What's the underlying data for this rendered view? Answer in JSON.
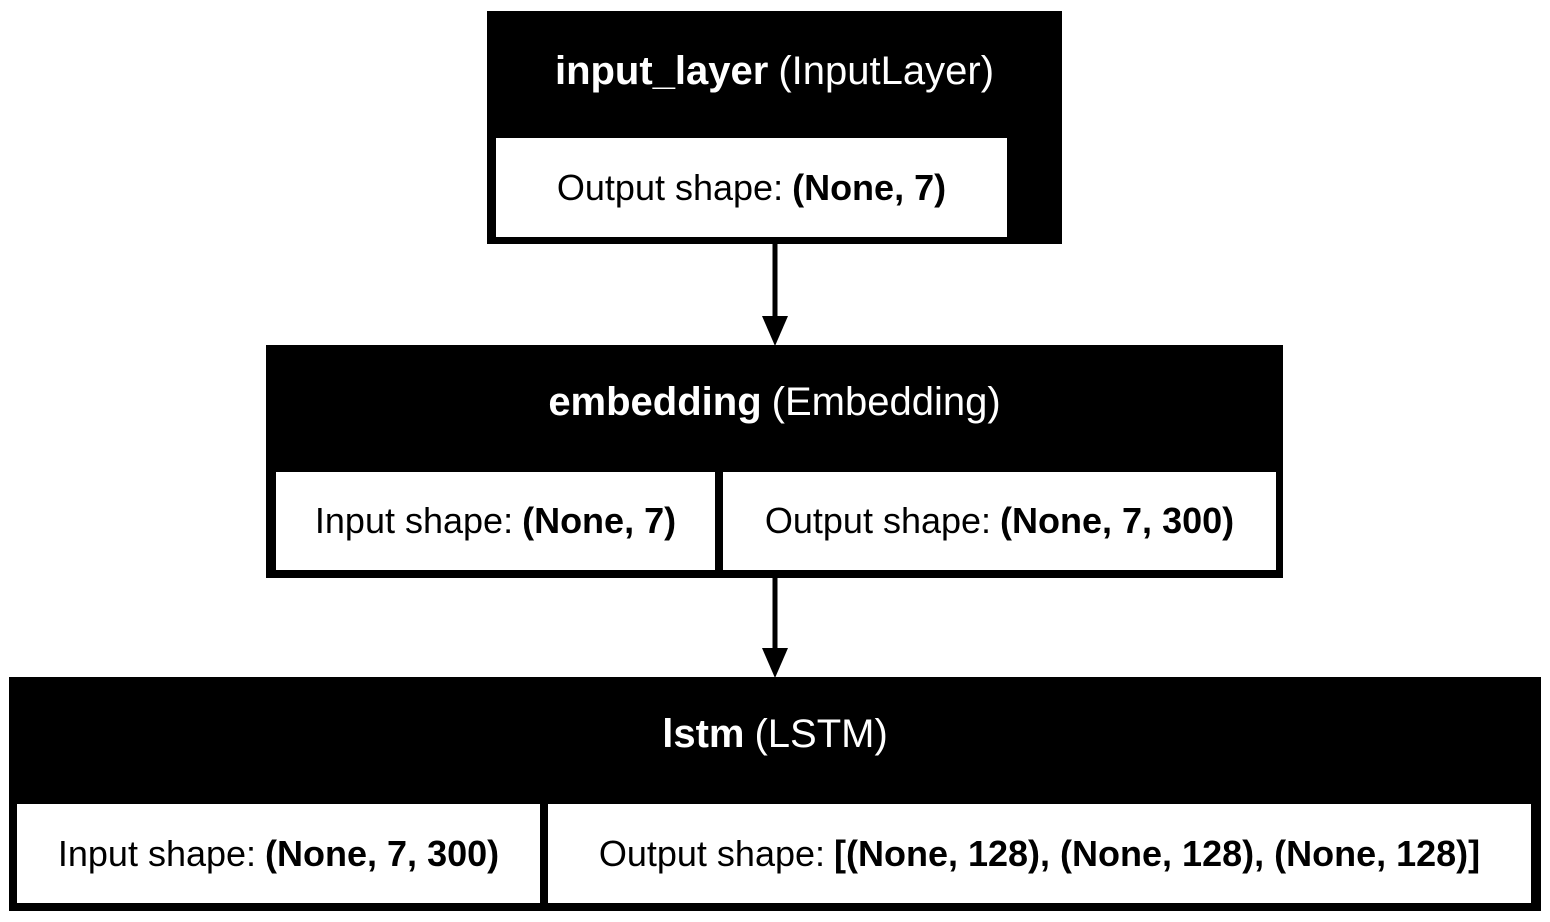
{
  "colors": {
    "node_fill": "#000000",
    "node_text": "#ffffff",
    "cell_fill": "#ffffff",
    "cell_text": "#000000",
    "edge": "#000000"
  },
  "layers": [
    {
      "name": "input_layer",
      "type": "(InputLayer)",
      "output_label": "Output shape:",
      "output_value": "(None, 7)"
    },
    {
      "name": "embedding",
      "type": "(Embedding)",
      "input_label": "Input shape:",
      "input_value": "(None, 7)",
      "output_label": "Output shape:",
      "output_value": "(None, 7, 300)"
    },
    {
      "name": "lstm",
      "type": "(LSTM)",
      "input_label": "Input shape:",
      "input_value": "(None, 7, 300)",
      "output_label": "Output shape:",
      "output_value": "[(None, 128), (None, 128), (None, 128)]"
    }
  ],
  "edges": [
    {
      "from": "input_layer",
      "to": "embedding"
    },
    {
      "from": "embedding",
      "to": "lstm"
    }
  ]
}
